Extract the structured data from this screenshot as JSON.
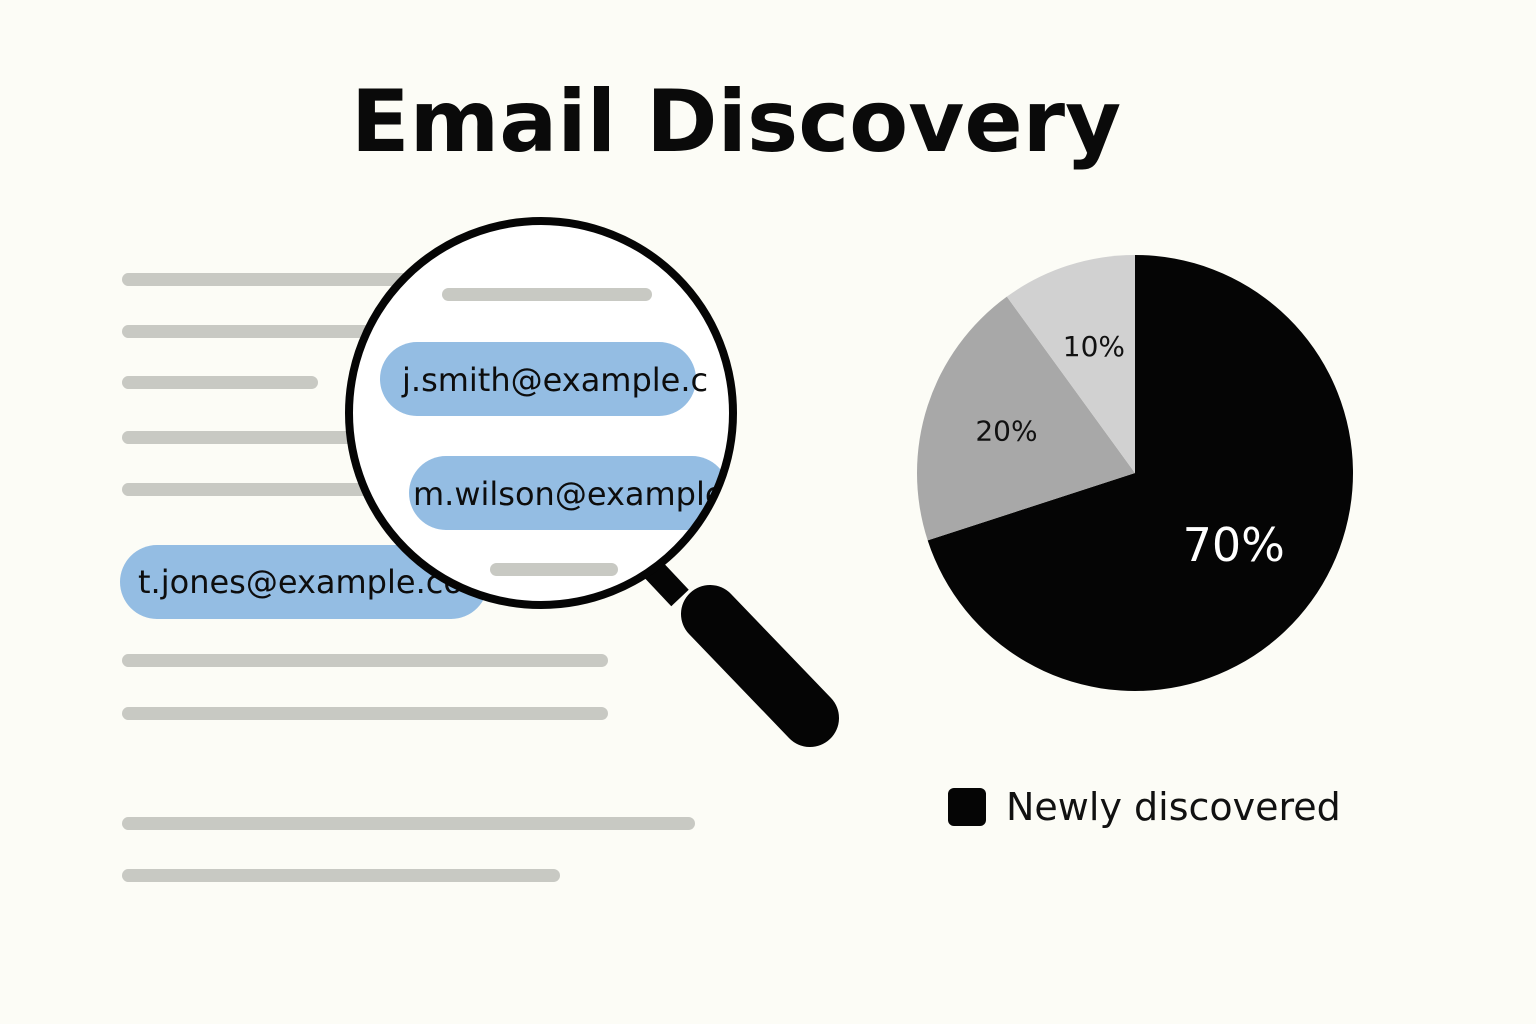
{
  "title": "Email Discovery",
  "document": {
    "emails": [
      {
        "text": "t.jones@example.co"
      }
    ]
  },
  "magnifier": {
    "emails": [
      {
        "text": "j.smith@example.c"
      },
      {
        "text": "m.wilson@example"
      }
    ]
  },
  "chart_data": {
    "type": "pie",
    "slices": [
      {
        "label": "70%",
        "value": 70,
        "color": "#050505",
        "label_color": "#ffffff"
      },
      {
        "label": "20%",
        "value": 20,
        "color": "#a8a8a8",
        "label_color": "#111111"
      },
      {
        "label": "10%",
        "value": 10,
        "color": "#d1d1d1",
        "label_color": "#111111"
      }
    ],
    "legend": [
      {
        "label": "Newly discovered",
        "color": "#050505"
      }
    ],
    "legend_placement": "bottom"
  },
  "icons": {
    "magnifier": "magnifying-glass-icon",
    "legend": "legend-swatch"
  }
}
